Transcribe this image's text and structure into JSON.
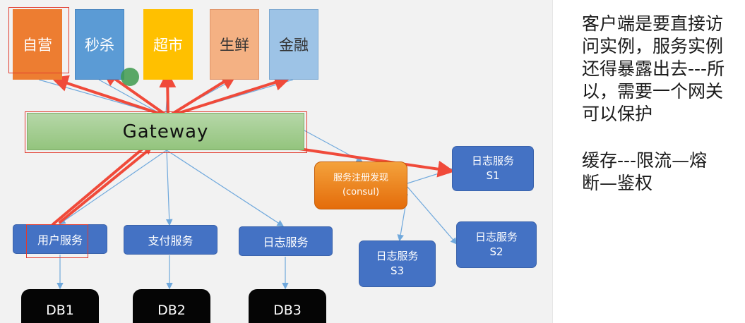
{
  "clients": [
    {
      "id": "ziying",
      "label": "自营",
      "color": "#ed7d31"
    },
    {
      "id": "miaosha",
      "label": "秒杀",
      "color": "#5b9bd5"
    },
    {
      "id": "chaoshi",
      "label": "超市",
      "color": "#ffc000"
    },
    {
      "id": "shengxian",
      "label": "生鲜",
      "color": "#f4b183"
    },
    {
      "id": "jinrong",
      "label": "金融",
      "color": "#9dc3e6"
    }
  ],
  "gateway": {
    "label": "Gateway"
  },
  "registry": {
    "line1": "服务注册发现",
    "line2": "(consul)"
  },
  "services": {
    "user": "用户服务",
    "pay": "支付服务",
    "log": "日志服务"
  },
  "log_instances": [
    {
      "name": "日志服务",
      "id": "S1"
    },
    {
      "name": "日志服务",
      "id": "S2"
    },
    {
      "name": "日志服务",
      "id": "S3"
    }
  ],
  "databases": [
    "DB1",
    "DB2",
    "DB3"
  ],
  "notes": {
    "para1": [
      "客户端是要直接访",
      "问实例，服务实例",
      "还得暴露出去---所",
      "以，需要一个网关",
      "可以保护"
    ],
    "para2": [
      "缓存---限流—熔",
      "断—鉴权"
    ]
  },
  "colors": {
    "arrow_red": "#f04a3a",
    "line_blue": "#6fa8dc",
    "slide_bg": "#f2f2f2"
  }
}
